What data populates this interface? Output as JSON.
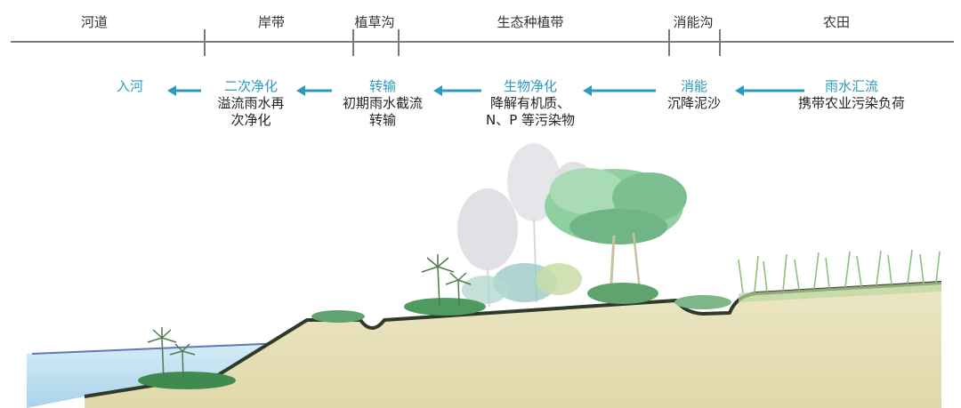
{
  "zones": [
    {
      "name": "河道"
    },
    {
      "name": "岸带"
    },
    {
      "name": "植草沟"
    },
    {
      "name": "生态种植带"
    },
    {
      "name": "消能沟"
    },
    {
      "name": "农田"
    }
  ],
  "steps": [
    {
      "head": "入河",
      "body": []
    },
    {
      "head": "二次净化",
      "body": [
        "溢流雨水再",
        "次净化"
      ]
    },
    {
      "head": "转输",
      "body": [
        "初期雨水截流",
        "转输"
      ]
    },
    {
      "head": "生物净化",
      "body": [
        "降解有机质、",
        "N、P 等污染物"
      ]
    },
    {
      "head": "消能",
      "body": [
        "沉降泥沙"
      ]
    },
    {
      "head": "雨水汇流",
      "body": [
        "携带农业污染负荷"
      ]
    }
  ],
  "colors": {
    "accent": "#2a9bbd",
    "soil": "#e6dfb8",
    "ground_line": "#2f3a2a",
    "water": "#bfe0f0",
    "foliage": "#7cc08c"
  }
}
